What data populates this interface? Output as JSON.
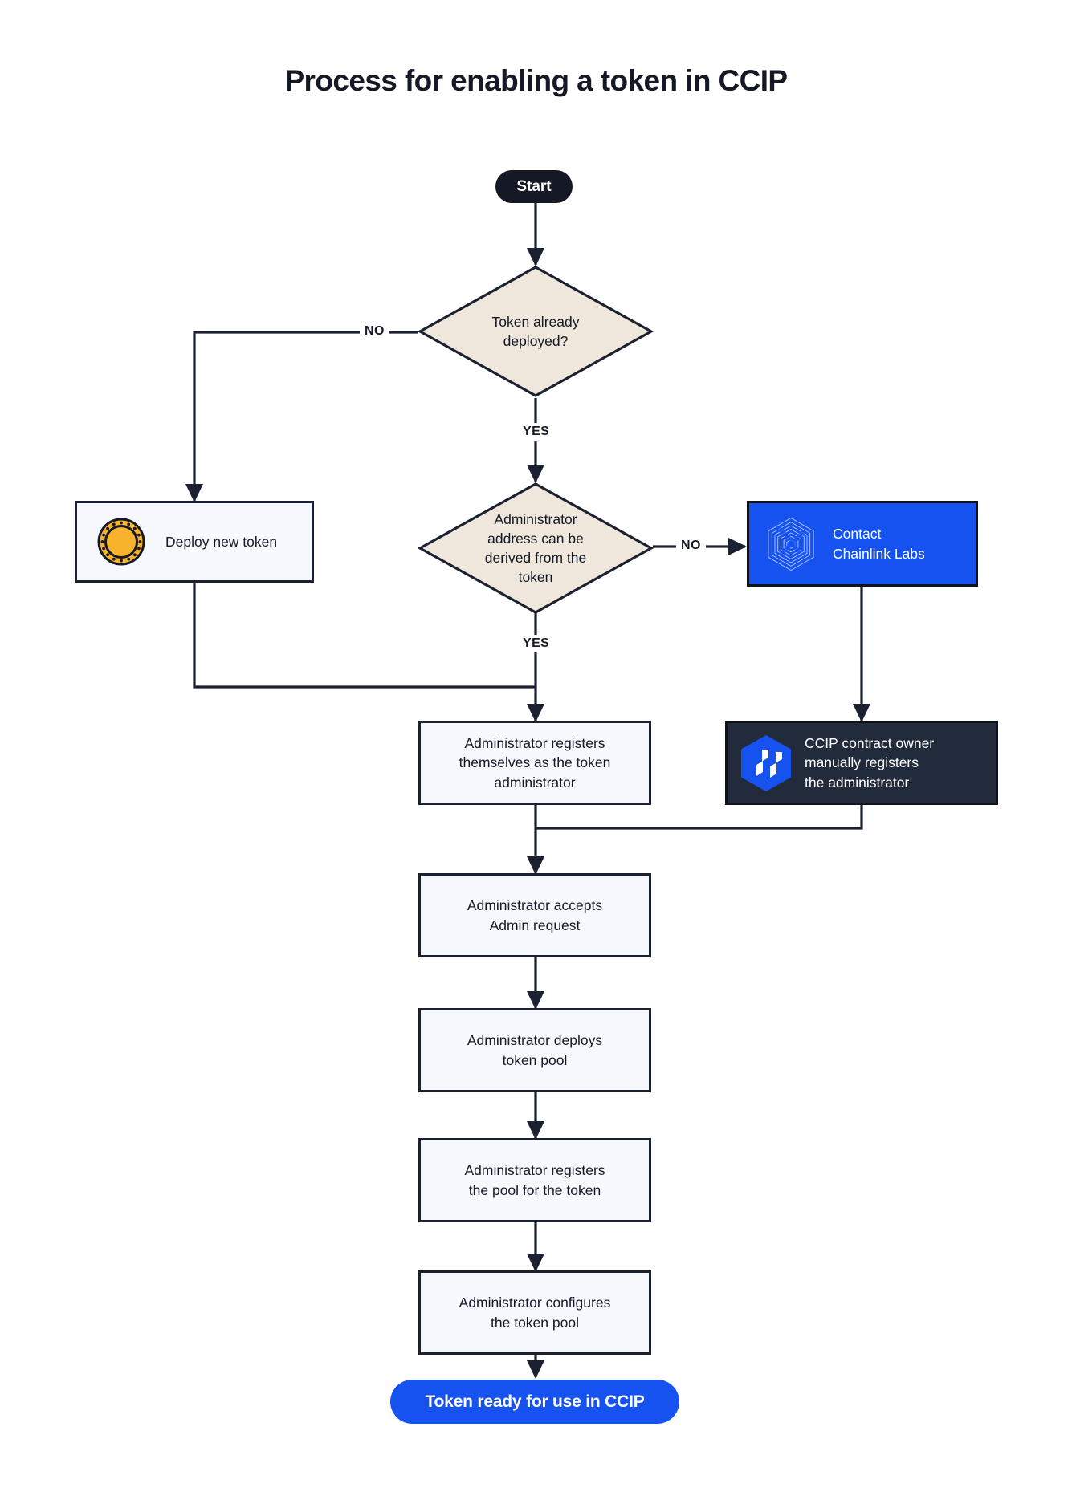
{
  "page": {
    "title": "Process for enabling a token in CCIP",
    "background": "#ffffff",
    "text_color": "#141925"
  },
  "palette": {
    "ink": "#141925",
    "stroke": "#1b2130",
    "box_fill": "#F6F8FD",
    "diamond_fill": "#EFE7DC",
    "brand_blue": "#1652F0",
    "dark_navy": "#222B3B",
    "coin_gold": "#F7B32B"
  },
  "flow": {
    "start": {
      "label": "Start",
      "shape": "pill",
      "fill": "#141925"
    },
    "decision_token_deployed": {
      "label": "Token already deployed?",
      "lines": [
        "Token already",
        "deployed?"
      ],
      "shape": "diamond",
      "fill": "#EFE7DC"
    },
    "deploy_new_token": {
      "label": "Deploy new token",
      "icon": "gold-coin-icon",
      "shape": "process",
      "fill": "#F6F8FD"
    },
    "decision_admin_derivable": {
      "label": "Administrator address can be derived from the token",
      "lines": [
        "Administrator",
        "address can be",
        "derived from the",
        "token"
      ],
      "shape": "diamond",
      "fill": "#EFE7DC"
    },
    "contact_chainlink_labs": {
      "label": "Contact Chainlink Labs",
      "lines": [
        "Contact",
        "Chainlink Labs"
      ],
      "icon": "chainlink-labs-logo-icon",
      "shape": "process",
      "fill": "#1652F0"
    },
    "admin_registers_self": {
      "label": "Administrator registers themselves as the token administrator",
      "lines": [
        "Administrator registers",
        "themselves as the token",
        "administrator"
      ],
      "shape": "process",
      "fill": "#F6F8FD"
    },
    "ccip_owner_registers_admin": {
      "label": "CCIP contract owner manually registers the administrator",
      "lines": [
        "CCIP contract owner",
        "manually registers",
        "the administrator"
      ],
      "icon": "ccip-hexagon-logo-icon",
      "shape": "process",
      "fill": "#222B3B"
    },
    "admin_accepts_request": {
      "label": "Administrator accepts Admin request",
      "lines": [
        "Administrator accepts",
        "Admin request"
      ],
      "shape": "process",
      "fill": "#F6F8FD"
    },
    "admin_deploys_pool": {
      "label": "Administrator deploys token pool",
      "lines": [
        "Administrator deploys",
        "token pool"
      ],
      "shape": "process",
      "fill": "#F6F8FD"
    },
    "admin_registers_pool": {
      "label": "Administrator registers the pool for the token",
      "lines": [
        "Administrator registers",
        "the pool for the token"
      ],
      "shape": "process",
      "fill": "#F6F8FD"
    },
    "admin_configures_pool": {
      "label": "Administrator configures the token pool",
      "lines": [
        "Administrator configures",
        "the token pool"
      ],
      "shape": "process",
      "fill": "#F6F8FD"
    },
    "end": {
      "label": "Token ready for use in CCIP",
      "shape": "pill",
      "fill": "#1652F0"
    }
  },
  "edge_labels": {
    "no_token_deployed": "NO",
    "yes_token_deployed": "YES",
    "no_admin_derivable": "NO",
    "yes_admin_derivable": "YES"
  }
}
